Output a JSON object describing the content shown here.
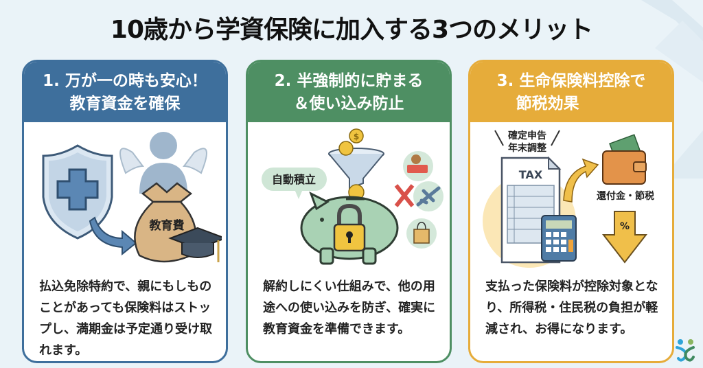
{
  "title": "10歳から学資保険に加入する3つのメリット",
  "colors": {
    "background": "#eaf3f8",
    "card1_accent": "#3e6f9c",
    "card2_accent": "#4e8f63",
    "card3_accent": "#e6ac3a"
  },
  "cards": [
    {
      "heading_line1": "1. 万が一の時も安心！",
      "heading_line2": "教育資金を確保",
      "illustration": {
        "icons": [
          "shield-plus-icon",
          "angel-parent-icon",
          "arrow-icon",
          "money-bag-icon",
          "graduation-cap-icon"
        ],
        "bag_label": "教育費"
      },
      "body": "払込免除特約で、親にもしものことがあっても保険料はストップし、満期金は予定通り受け取れます。"
    },
    {
      "heading_line1": "2. 半強制的に貯まる",
      "heading_line2": "＆使い込み防止",
      "illustration": {
        "icons": [
          "coin-icon",
          "funnel-icon",
          "piggy-bank-icon",
          "padlock-icon",
          "toy-truck-icon",
          "airplane-icon",
          "shopping-bag-icon",
          "cross-icon"
        ],
        "bubble_label": "自動積立",
        "coin_symbol": "$"
      },
      "body": "解約しにくい仕組みで、他の用途への使い込みを防ぎ、確実に教育資金を準備できます。"
    },
    {
      "heading_line1": "3. 生命保険料控除で",
      "heading_line2": "節税効果",
      "illustration": {
        "icons": [
          "tax-form-icon",
          "calculator-icon",
          "wallet-icon",
          "curved-arrow-icon",
          "down-arrow-percent-icon"
        ],
        "label_top_line1": "確定申告",
        "label_top_line2": "年末調整",
        "form_label": "TAX",
        "refund_label": "還付金・節税",
        "percent_symbol": "%"
      },
      "body": "支払った保険料が控除対象となり、所得税・住民税の負担が軽減され、お得になります。"
    }
  ],
  "logo": {
    "icon": "family-logo-icon"
  }
}
